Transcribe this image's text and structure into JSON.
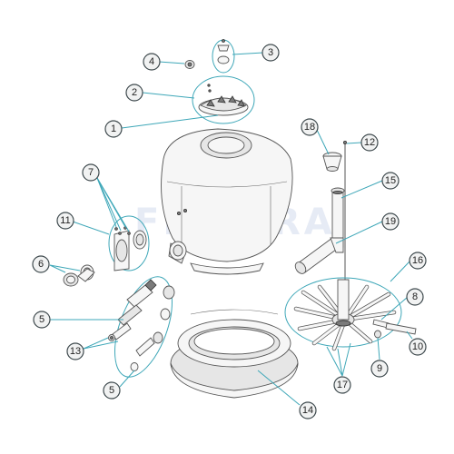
{
  "watermark": {
    "text": "FLUIDRA"
  },
  "colors": {
    "leader": "#3ea7b8",
    "callout_fill": "#f1f2f2",
    "outline": "#555555",
    "watermark": "#c9d3ea"
  },
  "callouts": [
    {
      "id": "c1",
      "label": "1"
    },
    {
      "id": "c2",
      "label": "2"
    },
    {
      "id": "c3",
      "label": "3"
    },
    {
      "id": "c4",
      "label": "4"
    },
    {
      "id": "c5a",
      "label": "5"
    },
    {
      "id": "c5b",
      "label": "5"
    },
    {
      "id": "c6",
      "label": "6"
    },
    {
      "id": "c7",
      "label": "7"
    },
    {
      "id": "c8",
      "label": "8"
    },
    {
      "id": "c9",
      "label": "9"
    },
    {
      "id": "c10",
      "label": "10"
    },
    {
      "id": "c11",
      "label": "11"
    },
    {
      "id": "c12",
      "label": "12"
    },
    {
      "id": "c13",
      "label": "13"
    },
    {
      "id": "c14",
      "label": "14"
    },
    {
      "id": "c15",
      "label": "15"
    },
    {
      "id": "c16",
      "label": "16"
    },
    {
      "id": "c17",
      "label": "17"
    },
    {
      "id": "c18",
      "label": "18"
    },
    {
      "id": "c19",
      "label": "19"
    }
  ]
}
